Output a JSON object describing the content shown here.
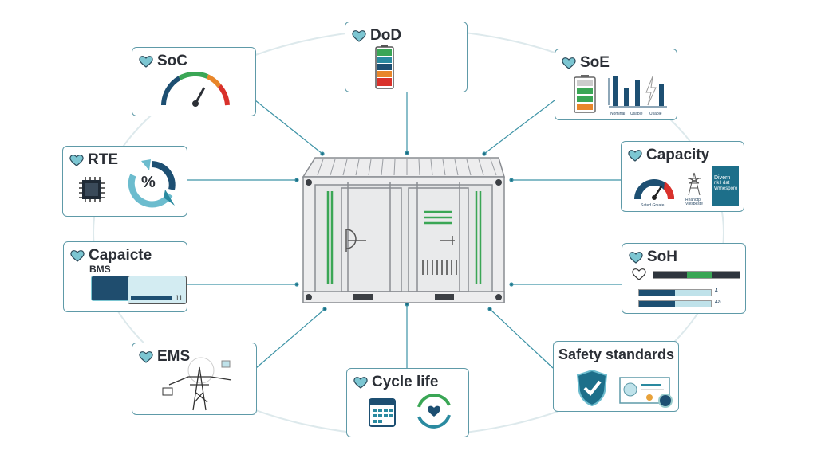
{
  "center": {
    "name": "battery-storage-container"
  },
  "nodes": {
    "dod": {
      "title": "DoD"
    },
    "soc": {
      "title": "SoC"
    },
    "soe": {
      "title": "SoE",
      "labels": [
        "Nominal",
        "Usable",
        "Usable"
      ]
    },
    "rte": {
      "title": "RTE",
      "symbol": "%"
    },
    "capacity": {
      "title": "Capacity",
      "gauge_label": "Sated Grsate",
      "tower_label": "Reandtp Vlesbeste",
      "panel_lines": [
        "Divern",
        "nk l dat",
        "Wrnesporo"
      ]
    },
    "capaicte": {
      "title": "Capaicte",
      "subtitle": "BMS",
      "value": "11"
    },
    "soh": {
      "title": "SoH",
      "bar_labels": [
        "4",
        "4a"
      ]
    },
    "ems": {
      "title": "EMS"
    },
    "cycle": {
      "title": "Cycle life"
    },
    "safety": {
      "title": "Safety standards"
    }
  },
  "colors": {
    "accent": "#2a8aa0",
    "heart": "#7cc6d2",
    "green": "#3aa655",
    "navy": "#1d4f72",
    "red": "#d9312b",
    "orange": "#e8862a"
  }
}
